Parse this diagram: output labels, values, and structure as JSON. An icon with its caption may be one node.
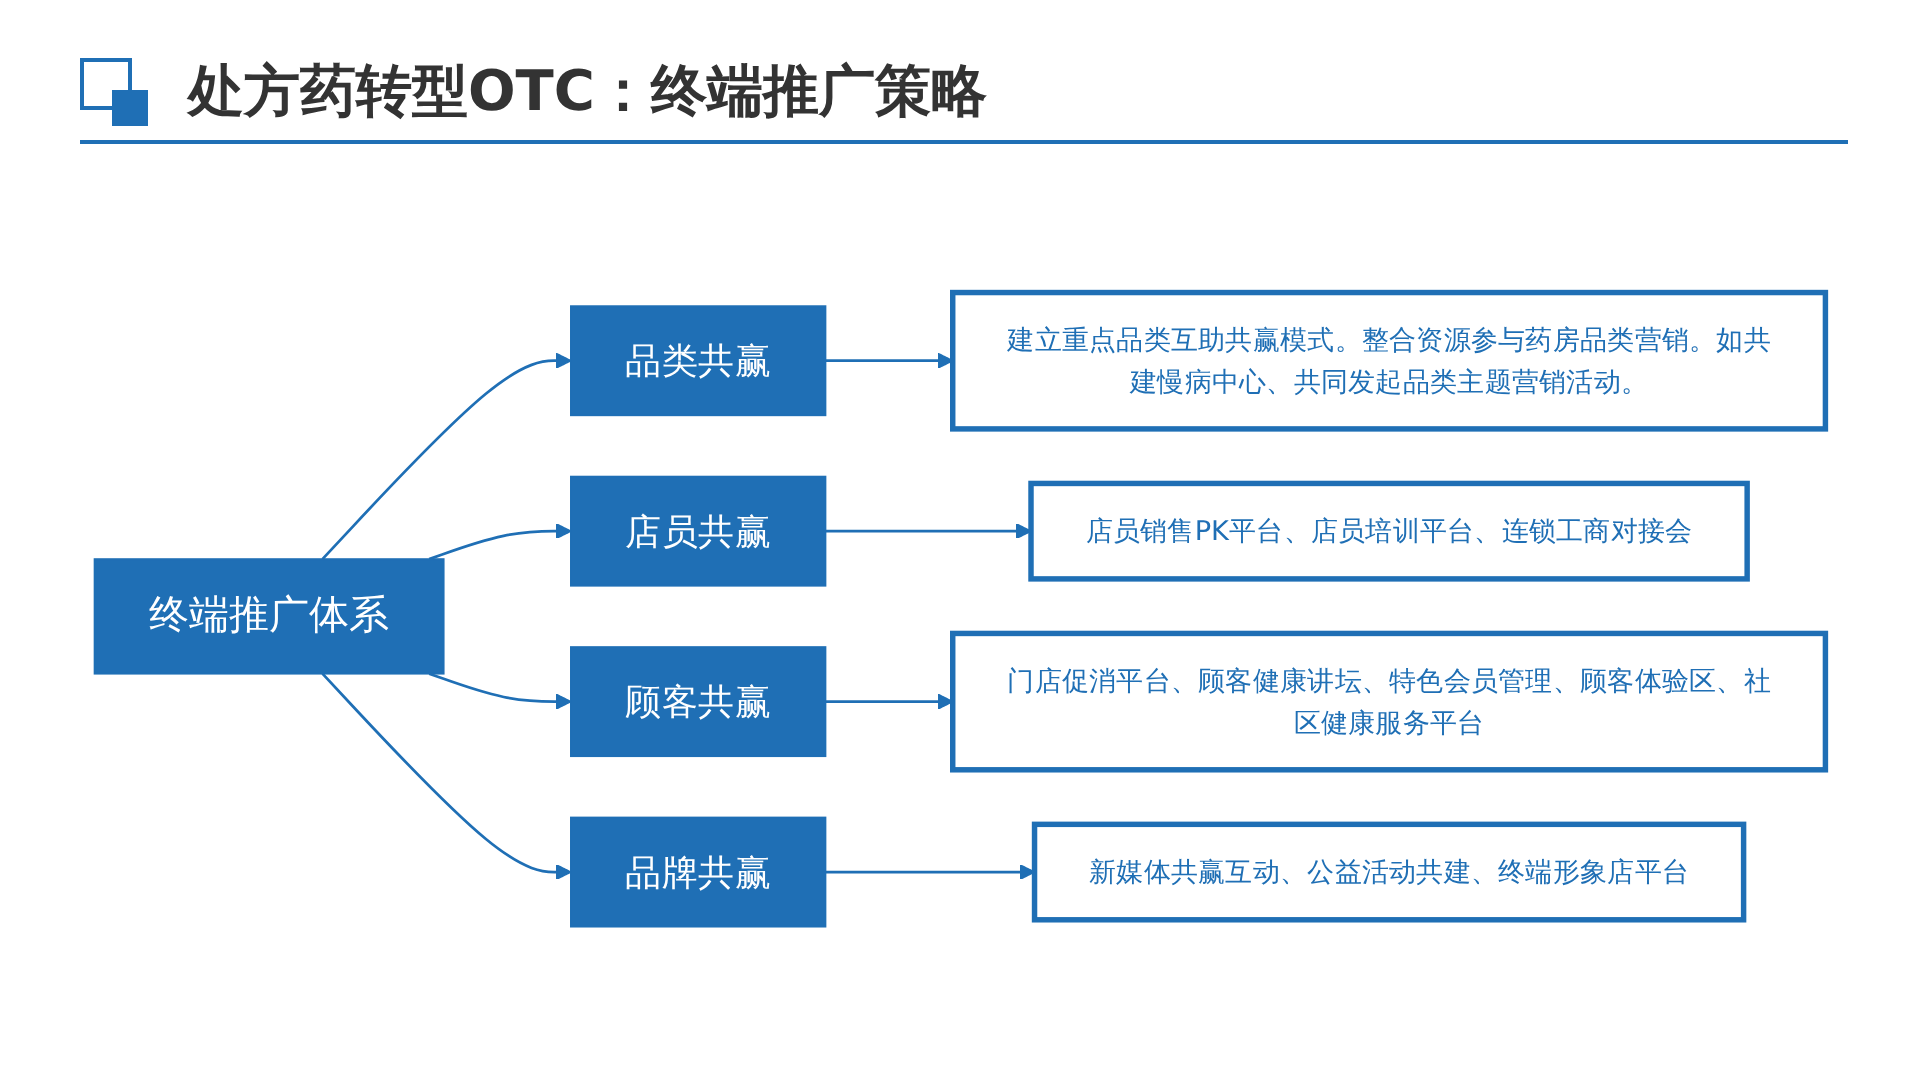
{
  "diagram": {
    "title": "处方药转型OTC：终端推广策略",
    "nodes": [
      {
        "text": [
          "终端推广体系"
        ]
      },
      {
        "text": [
          "品类共赢"
        ]
      },
      {
        "text": [
          "店员共赢"
        ]
      },
      {
        "text": [
          "顾客共赢"
        ]
      },
      {
        "text": [
          "品牌共赢"
        ]
      },
      {
        "text": [
          "建立重点品类互助共赢模式。整合资源参与药房品类营销。如共建慢病中心、共同发起品类主题营销活动。"
        ]
      },
      {
        "text": [
          "店员销售PK平台、店员培训平台、连锁工商对接会"
        ]
      },
      {
        "text": [
          "门店促消平台、顾客健康讲坛、特色会员管理、顾客体验区、社区健康服务平台"
        ]
      },
      {
        "text": [
          "新媒体共赢互动、公益活动共建、终端形象店平台"
        ]
      }
    ],
    "edges": [
      {
        "from": 0,
        "to": 1,
        "arrow": "to"
      },
      {
        "from": 0,
        "to": 2,
        "arrow": "to"
      },
      {
        "from": 0,
        "to": 3,
        "arrow": "to"
      },
      {
        "from": 0,
        "to": 4,
        "arrow": "to"
      },
      {
        "from": 1,
        "to": 5,
        "arrow": "to"
      },
      {
        "from": 2,
        "to": 6,
        "arrow": "to"
      },
      {
        "from": 3,
        "to": 7,
        "arrow": "to"
      },
      {
        "from": 4,
        "to": 8,
        "arrow": "to"
      }
    ]
  }
}
